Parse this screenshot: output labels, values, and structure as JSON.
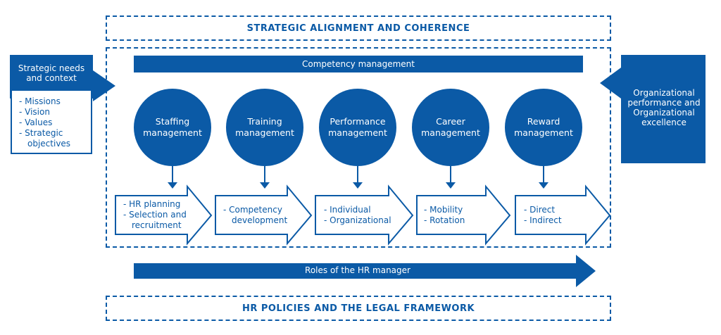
{
  "top_band": "STRATEGIC ALIGNMENT AND COHERENCE",
  "bottom_band": "HR POLICIES AND THE LEGAL FRAMEWORK",
  "competency_bar": "Competency management",
  "roles_bar": "Roles of the HR manager",
  "left_panel": {
    "title_lines": [
      "Strategic needs",
      "and context"
    ],
    "items": [
      "- Missions",
      "- Vision",
      "- Values",
      "- Strategic",
      "objectives"
    ]
  },
  "right_panel": {
    "lines": [
      "Organizational",
      "performance and",
      "Organizational",
      "excellence"
    ]
  },
  "circles": [
    {
      "lines": [
        "Staffing",
        "management"
      ]
    },
    {
      "lines": [
        "Training",
        "management"
      ]
    },
    {
      "lines": [
        "Performance",
        "management"
      ]
    },
    {
      "lines": [
        "Career",
        "management"
      ]
    },
    {
      "lines": [
        "Reward",
        "management"
      ]
    }
  ],
  "chevrons": [
    {
      "lines": [
        "- HR planning",
        "- Selection and",
        "recruitment"
      ]
    },
    {
      "lines": [
        "- Competency",
        "development"
      ]
    },
    {
      "lines": [
        "- Individual",
        "- Organizational"
      ]
    },
    {
      "lines": [
        "- Mobility",
        "- Rotation"
      ]
    },
    {
      "lines": [
        "- Direct",
        "- Indirect"
      ]
    }
  ],
  "colors": {
    "primary": "#0b5aa6",
    "background": "#ffffff"
  }
}
